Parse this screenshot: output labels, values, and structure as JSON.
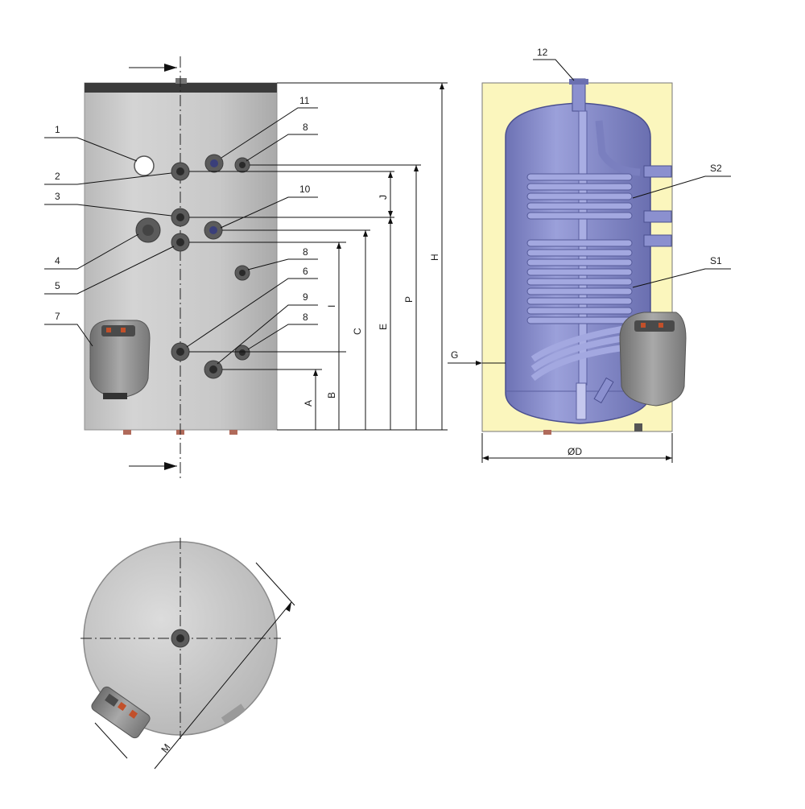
{
  "callouts": {
    "n1": "1",
    "n2": "2",
    "n3": "3",
    "n4": "4",
    "n5": "5",
    "n6": "6",
    "n7": "7",
    "n8a": "8",
    "n8b": "8",
    "n8c": "8",
    "n9": "9",
    "n10": "10",
    "n11": "11",
    "n12": "12",
    "s1": "S1",
    "s2": "S2"
  },
  "dimensions": {
    "A": "A",
    "B": "B",
    "C": "C",
    "E": "E",
    "P": "P",
    "H": "H",
    "J": "J",
    "I": "I",
    "G": "G",
    "D": "ØD",
    "M": "M"
  },
  "colors": {
    "tank_body": "#c9c9c9",
    "tank_top": "#3b3b3b",
    "insulation": "#fbf6bd",
    "vessel": "#7f84c3",
    "coil": "#9aa0d8",
    "port": "#5b5b5b",
    "control_unit": "#8a8a8a"
  }
}
